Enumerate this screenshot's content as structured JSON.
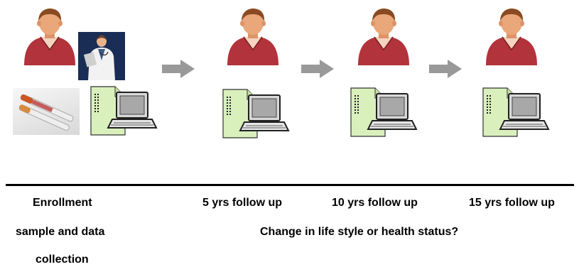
{
  "stages": [
    {
      "id": "enrollment",
      "label_lines": [
        "Enrollment",
        "sample and data",
        "collection"
      ]
    },
    {
      "id": "fu5",
      "label": "5 yrs follow up"
    },
    {
      "id": "fu10",
      "label": "10 yrs follow up"
    },
    {
      "id": "fu15",
      "label": "15 yrs follow up"
    }
  ],
  "subtitle": "Change in life style or health status?",
  "icons": {
    "person": "person-icon",
    "doctor": "doctor-photo",
    "blood_sample": "blood-sample-tubes-photo",
    "record": "record-document-icon",
    "computer": "laptop-icon",
    "arrow": "arrow-right-icon"
  },
  "colors": {
    "skin": "#e9a77a",
    "hair": "#8a4a22",
    "shirt": "#b2333b",
    "doc_bg": "#1a2d55",
    "paper": "#d9f0bd",
    "arrow": "#999999",
    "divider": "#000000"
  }
}
